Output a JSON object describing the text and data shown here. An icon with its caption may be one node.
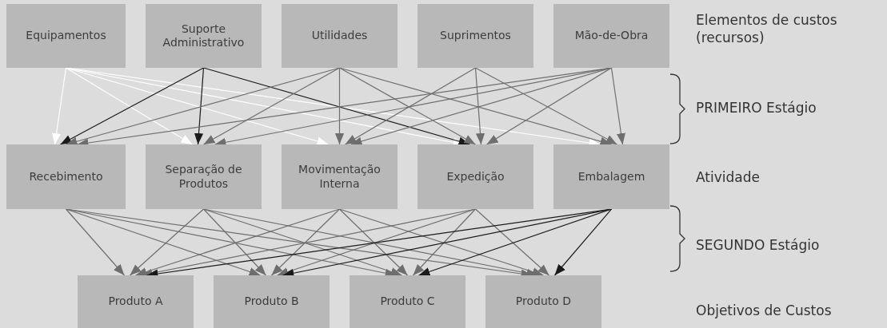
{
  "diagram": {
    "nodes": [
      {
        "text": [
          "Equipamentos"
        ]
      },
      {
        "text": [
          "Suporte Administrativo"
        ]
      },
      {
        "text": [
          "Utilidades"
        ]
      },
      {
        "text": [
          "Suprimentos"
        ]
      },
      {
        "text": [
          "Mão-de-Obra"
        ]
      },
      {
        "text": [
          "Recebimento"
        ]
      },
      {
        "text": [
          "Separação de Produtos"
        ]
      },
      {
        "text": [
          "Movimentação Interna"
        ]
      },
      {
        "text": [
          "Expedição"
        ]
      },
      {
        "text": [
          "Embalagem"
        ]
      },
      {
        "text": [
          "Produto A"
        ]
      },
      {
        "text": [
          "Produto B"
        ]
      },
      {
        "text": [
          "Produto C"
        ]
      },
      {
        "text": [
          "Produto D"
        ]
      }
    ],
    "edges": [
      {
        "from": 0,
        "to": 5,
        "arrow": "to",
        "color": "#ffffff"
      },
      {
        "from": 0,
        "to": 6,
        "arrow": "to",
        "color": "#ffffff"
      },
      {
        "from": 0,
        "to": 7,
        "arrow": "to",
        "color": "#ffffff"
      },
      {
        "from": 0,
        "to": 8,
        "arrow": "to",
        "color": "#ffffff"
      },
      {
        "from": 0,
        "to": 9,
        "arrow": "to",
        "color": "#ffffff"
      },
      {
        "from": 1,
        "to": 5,
        "arrow": "to",
        "color": "#1a1a1a"
      },
      {
        "from": 1,
        "to": 6,
        "arrow": "to",
        "color": "#1a1a1a"
      },
      {
        "from": 1,
        "to": 8,
        "arrow": "to",
        "color": "#1a1a1a"
      },
      {
        "from": 2,
        "to": 5,
        "arrow": "to"
      },
      {
        "from": 2,
        "to": 6,
        "arrow": "to"
      },
      {
        "from": 2,
        "to": 7,
        "arrow": "to"
      },
      {
        "from": 2,
        "to": 8,
        "arrow": "to"
      },
      {
        "from": 2,
        "to": 9,
        "arrow": "to"
      },
      {
        "from": 3,
        "to": 7,
        "arrow": "to"
      },
      {
        "from": 3,
        "to": 8,
        "arrow": "to"
      },
      {
        "from": 3,
        "to": 9,
        "arrow": "to"
      },
      {
        "from": 4,
        "to": 5,
        "arrow": "to"
      },
      {
        "from": 4,
        "to": 6,
        "arrow": "to"
      },
      {
        "from": 4,
        "to": 7,
        "arrow": "to"
      },
      {
        "from": 4,
        "to": 8,
        "arrow": "to"
      },
      {
        "from": 4,
        "to": 9,
        "arrow": "to"
      },
      {
        "from": 5,
        "to": 10,
        "arrow": "to"
      },
      {
        "from": 5,
        "to": 11,
        "arrow": "to"
      },
      {
        "from": 5,
        "to": 12,
        "arrow": "to"
      },
      {
        "from": 5,
        "to": 13,
        "arrow": "to"
      },
      {
        "from": 6,
        "to": 10,
        "arrow": "to"
      },
      {
        "from": 6,
        "to": 11,
        "arrow": "to"
      },
      {
        "from": 6,
        "to": 12,
        "arrow": "to"
      },
      {
        "from": 6,
        "to": 13,
        "arrow": "to"
      },
      {
        "from": 7,
        "to": 10,
        "arrow": "to"
      },
      {
        "from": 7,
        "to": 11,
        "arrow": "to"
      },
      {
        "from": 7,
        "to": 12,
        "arrow": "to"
      },
      {
        "from": 7,
        "to": 13,
        "arrow": "to"
      },
      {
        "from": 8,
        "to": 10,
        "arrow": "to"
      },
      {
        "from": 8,
        "to": 11,
        "arrow": "to"
      },
      {
        "from": 8,
        "to": 12,
        "arrow": "to"
      },
      {
        "from": 8,
        "to": 13,
        "arrow": "to"
      },
      {
        "from": 9,
        "to": 10,
        "arrow": "to",
        "color": "#1a1a1a"
      },
      {
        "from": 9,
        "to": 11,
        "arrow": "to",
        "color": "#1a1a1a"
      },
      {
        "from": 9,
        "to": 12,
        "arrow": "to",
        "color": "#1a1a1a"
      },
      {
        "from": 9,
        "to": 13,
        "arrow": "to",
        "color": "#1a1a1a"
      }
    ],
    "labels": [
      "Elementos de custos (recursos)",
      "PRIMEIRO Estágio",
      "Atividade",
      "SEGUNDO Estágio",
      "Objetivos de Custos"
    ]
  }
}
